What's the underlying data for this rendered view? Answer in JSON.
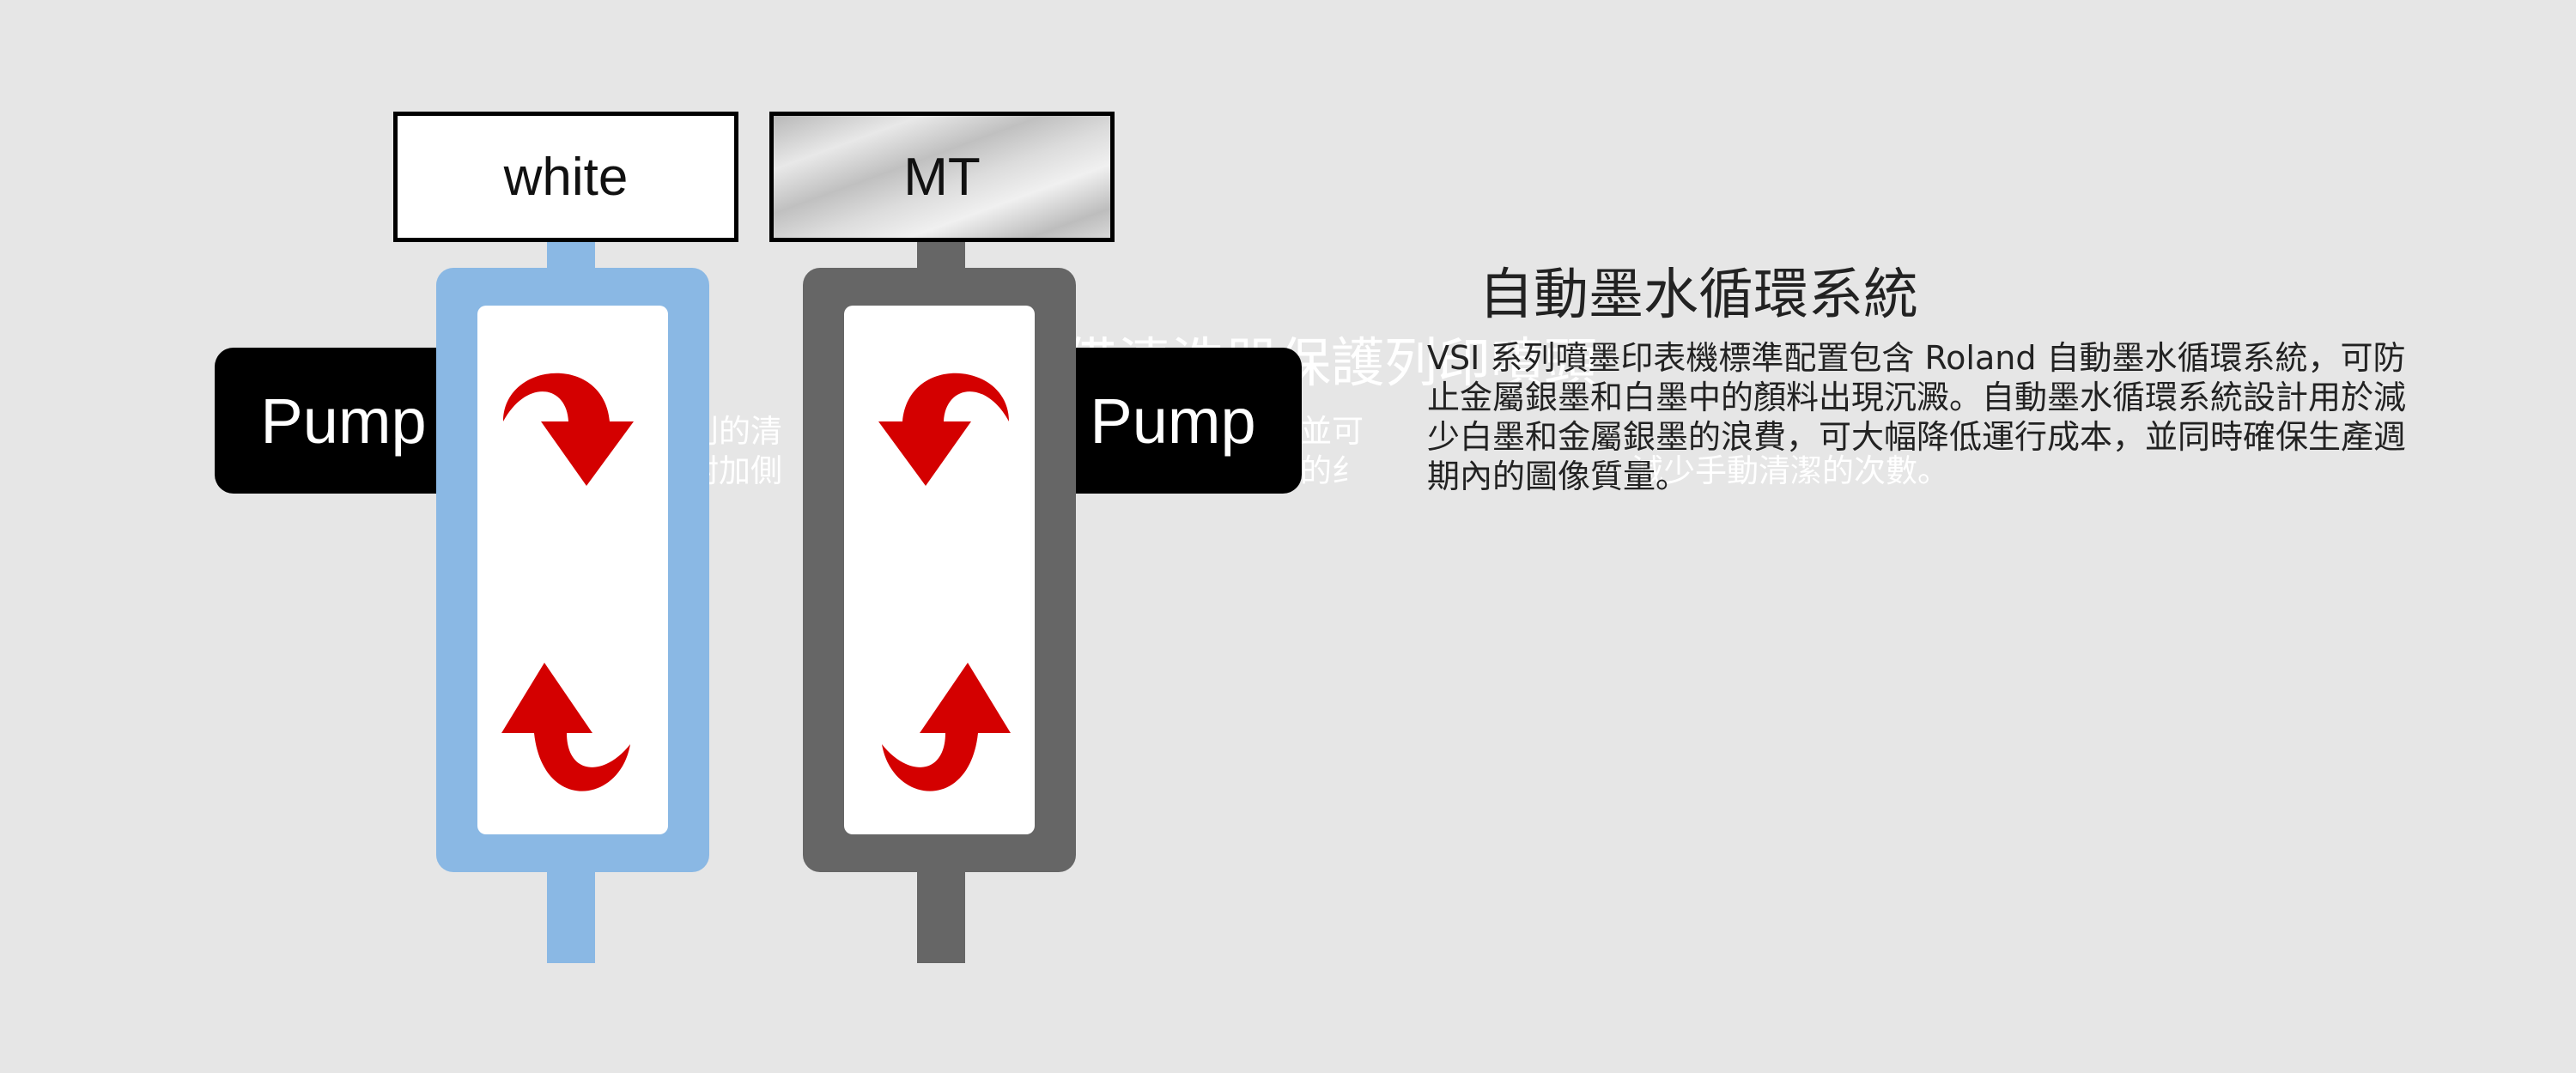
{
  "labels": {
    "left": "white",
    "right": "MT"
  },
  "pump": {
    "left": "Pump",
    "right": "Pump"
  },
  "ghost_text": {
    "title": "備清洗器保護列印噴頭",
    "line1a": "利的清",
    "line1b": "裂，並可",
    "line2a": "附加側",
    "line2b": "造成的纟",
    "line2c": "減少手動清潔的次數。"
  },
  "description": {
    "title": "自動墨水循環系統",
    "body": "VSI 系列噴墨印表機標準配置包含 Roland 自動墨水循環系統，可防止金屬銀墨和白墨中的顏料出現沉澱。自動墨水循環系統設計用於減少白墨和金屬銀墨的浪費，可大幅降低運行成本，並同時確保生產週期內的圖像質量。"
  },
  "colors": {
    "background": "#e6e6e6",
    "white_tank": "#8ab8e4",
    "mt_tank": "#666666",
    "arrow": "#d40000",
    "pump": "#000000"
  }
}
